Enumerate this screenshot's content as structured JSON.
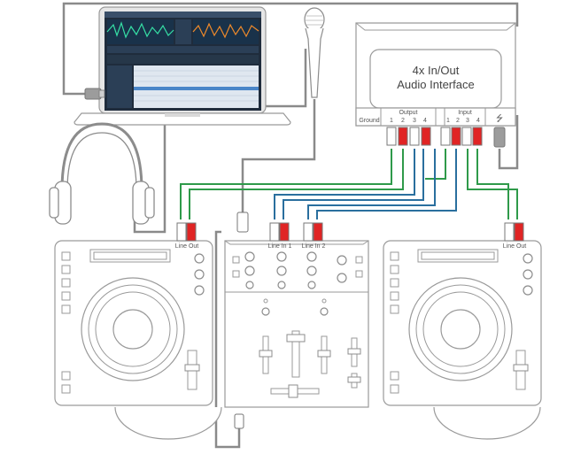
{
  "interface": {
    "title_line1": "4x In/Out",
    "title_line2": "Audio Interface",
    "ground_label": "Ground",
    "output_label": "Output",
    "input_label": "Input",
    "port_numbers": [
      "1",
      "2",
      "3",
      "4"
    ]
  },
  "players": {
    "left_line_out": "Line Out",
    "right_line_out": "Line Out"
  },
  "mixer": {
    "line_in_1": "Line In 1",
    "line_in_2": "Line In 2"
  },
  "colors": {
    "cable_gray": "#8a8a8a",
    "cable_green": "#2f9a4a",
    "cable_blue": "#2a6f9e",
    "plug_red": "#e02424",
    "device_outline": "#9a9a9a"
  }
}
